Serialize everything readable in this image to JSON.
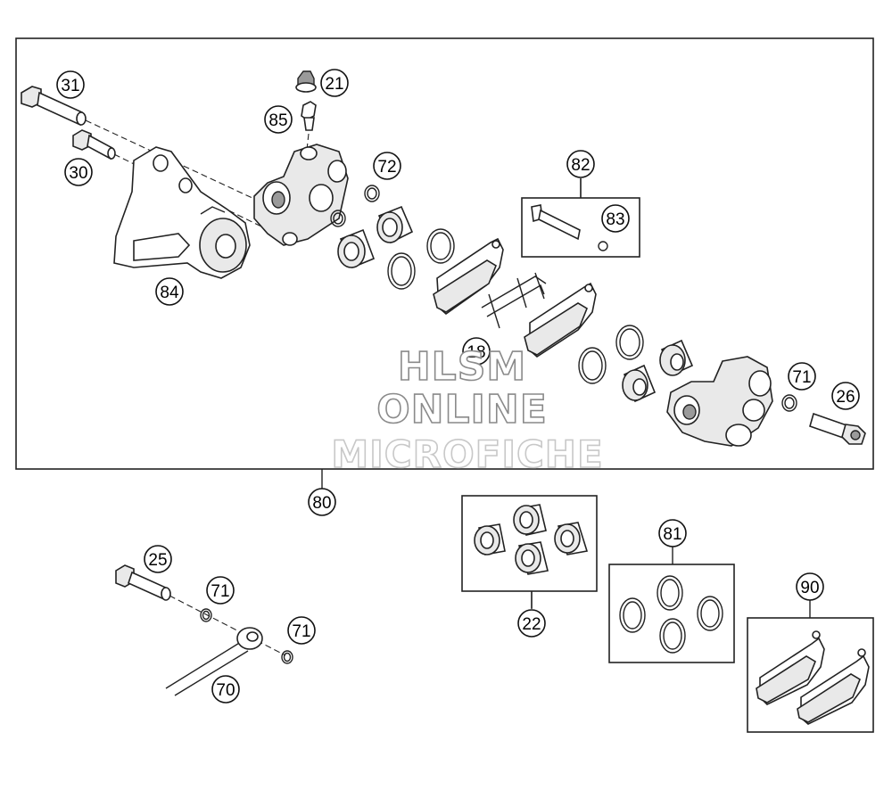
{
  "callouts": {
    "c31": "31",
    "c21": "21",
    "c85": "85",
    "c30": "30",
    "c72": "72",
    "c82": "82",
    "c83": "83",
    "c84": "84",
    "c18": "18",
    "c71a": "71",
    "c26": "26",
    "c80": "80",
    "c22": "22",
    "c81": "81",
    "c25": "25",
    "c71b": "71",
    "c71c": "71",
    "c70": "70",
    "c90": "90"
  },
  "watermark": {
    "line1": "HLSM",
    "line2": "ONLINE",
    "line3": "MICROFICHE"
  },
  "colors": {
    "line": "#222222",
    "watermark_stroke": "#8a8a8a"
  }
}
